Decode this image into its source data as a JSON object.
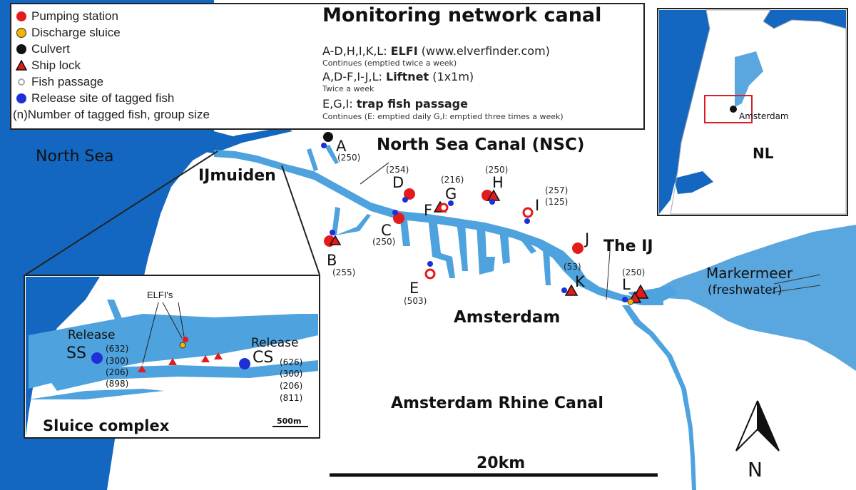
{
  "legend": {
    "title": "Monitoring network canal",
    "items": [
      {
        "label": "Pumping station",
        "symbol": "red-circle-icon"
      },
      {
        "label": "Discharge sluice",
        "symbol": "yellow-circle-icon"
      },
      {
        "label": "Culvert",
        "symbol": "black-circle-icon"
      },
      {
        "label": "Ship lock",
        "symbol": "red-triangle-icon"
      },
      {
        "label": "Fish passage",
        "symbol": "ring-icon"
      },
      {
        "label": "Release site of tagged fish",
        "symbol": "blue-circle-icon"
      },
      {
        "label": "(n)Number of tagged fish, group size",
        "symbol": ""
      }
    ],
    "methods": [
      {
        "sites": "A-D,H,I,K,L: ",
        "name": "ELFI",
        "extra": " (www.elverfinder.com)",
        "note": "Continues (emptied twice a week)"
      },
      {
        "sites": "A,D-F,I-J,L: ",
        "name": "Liftnet",
        "extra": " (1x1m)",
        "note": "Twice a week"
      },
      {
        "sites": "E,G,I: ",
        "name": "trap fish passage",
        "extra": "",
        "note": "Continues (E: emptied daily G,I: emptied three times a week)"
      }
    ]
  },
  "places": {
    "north_sea": "North Sea",
    "ijmuiden": "IJmuiden",
    "nsc": "North Sea Canal (NSC)",
    "the_ij": "The IJ",
    "amsterdam": "Amsterdam",
    "markermeer": "Markermeer",
    "freshwater": "(freshwater)",
    "arc": "Amsterdam Rhine Canal"
  },
  "sites": [
    {
      "letter": "A",
      "count": "(250)"
    },
    {
      "letter": "B",
      "count": "(255)"
    },
    {
      "letter": "C",
      "count": "(250)"
    },
    {
      "letter": "D",
      "count": "(254)"
    },
    {
      "letter": "E",
      "count": "(503)"
    },
    {
      "letter": "F",
      "count": ""
    },
    {
      "letter": "G",
      "count": "(216)"
    },
    {
      "letter": "H",
      "count": "(250)"
    },
    {
      "letter": "I",
      "count": "(257)",
      "count2": "(125)"
    },
    {
      "letter": "J",
      "count": ""
    },
    {
      "letter": "K",
      "count": "(53)"
    },
    {
      "letter": "L",
      "count": "(250)"
    }
  ],
  "inset_sluice": {
    "title": "Sluice complex",
    "elfis": "ELFI's",
    "release_label": "Release",
    "ss_label": "SS",
    "cs_label": "CS",
    "ss_counts": [
      "(632)",
      "(300)",
      "(206)",
      "(898)"
    ],
    "cs_counts": [
      "(626)",
      "(300)",
      "(206)",
      "(811)"
    ],
    "scale": "500m"
  },
  "inset_nl": {
    "label": "NL",
    "city": "Amsterdam"
  },
  "scale_bar": "20km",
  "north": "N",
  "colors": {
    "sea": "#1467c1",
    "canal": "#4ea2dd",
    "markermeer": "#5aa7e0",
    "pump": "#e31b1b",
    "sluice": "#f2b600",
    "release": "#1d2fd6"
  }
}
